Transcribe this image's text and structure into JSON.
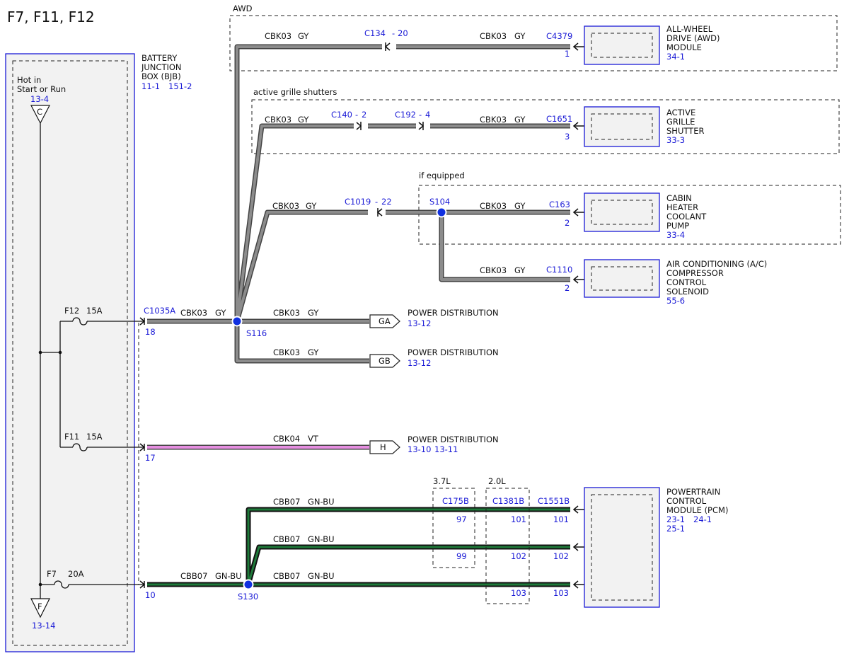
{
  "page": {
    "title": "F7, F11, F12"
  },
  "bjb": {
    "name_lines": [
      "BATTERY",
      "JUNCTION",
      "BOX (BJB)"
    ],
    "refs": [
      "11-1",
      "151-2"
    ],
    "hot_label_lines": [
      "Hot in",
      "Start or Run"
    ],
    "hot_ref": "13-4",
    "conn_c": "C",
    "conn_f": "F",
    "conn_f_ref": "13-14"
  },
  "fuses": {
    "f12": {
      "name": "F12",
      "rating": "15A"
    },
    "f11": {
      "name": "F11",
      "rating": "15A"
    },
    "f7": {
      "name": "F7",
      "rating": "20A"
    }
  },
  "connectors": {
    "c1035a": "C1035A",
    "pin18": "18",
    "pin17": "17",
    "pin10": "10"
  },
  "splices": {
    "s116": "S116",
    "s104": "S104",
    "s130": "S130"
  },
  "regions": {
    "awd": "AWD",
    "grille": "active grille shutters",
    "if_equipped": "if equipped",
    "l37": "3.7L",
    "l20": "2.0L"
  },
  "wires": {
    "cbk03": "CBK03",
    "gy": "GY",
    "cbk04": "CBK04",
    "vt": "VT",
    "cbb07": "CBB07",
    "gnbu": "GN-BU"
  },
  "inline": {
    "c134": "C134",
    "c134_pin": "20",
    "c140": "C140",
    "c140_pin": "2",
    "c192": "C192",
    "c192_pin": "4",
    "c1019": "C1019",
    "c1019_pin": "22",
    "dash": "-",
    "c175b": "C175B",
    "c175b_p1": "97",
    "c175b_p2": "99",
    "c1381b": "C1381B",
    "c1381b_p1": "101",
    "c1381b_p2": "102",
    "c1381b_p3": "103"
  },
  "modules": {
    "awd": {
      "name_lines": [
        "ALL-WHEEL",
        "DRIVE (AWD)",
        "MODULE"
      ],
      "ref": "34-1",
      "conn": "C4379",
      "pin": "1"
    },
    "grille": {
      "name_lines": [
        "ACTIVE",
        "GRILLE",
        "SHUTTER"
      ],
      "ref": "33-3",
      "conn": "C1651",
      "pin": "3"
    },
    "cabin": {
      "name_lines": [
        "CABIN",
        "HEATER",
        "COOLANT",
        "PUMP"
      ],
      "ref": "33-4",
      "conn": "C163",
      "pin": "2"
    },
    "ac": {
      "name_lines": [
        "AIR CONDITIONING (A/C)",
        "COMPRESSOR",
        "CONTROL",
        "SOLENOID"
      ],
      "ref": "55-6",
      "conn": "C1110",
      "pin": "2"
    },
    "pcm": {
      "name_lines": [
        "POWERTRAIN",
        "CONTROL",
        "MODULE (PCM)"
      ],
      "refs": [
        "23-1",
        "24-1",
        "25-1"
      ],
      "conn": "C1551B",
      "pins": [
        "101",
        "102",
        "103"
      ]
    }
  },
  "destinations": {
    "ga": {
      "label": "GA",
      "name": "POWER DISTRIBUTION",
      "ref": "13-12"
    },
    "gb": {
      "label": "GB",
      "name": "POWER DISTRIBUTION",
      "ref": "13-12"
    },
    "h": {
      "label": "H",
      "name": "POWER DISTRIBUTION",
      "refs": [
        "13-10",
        "13-11"
      ]
    }
  }
}
